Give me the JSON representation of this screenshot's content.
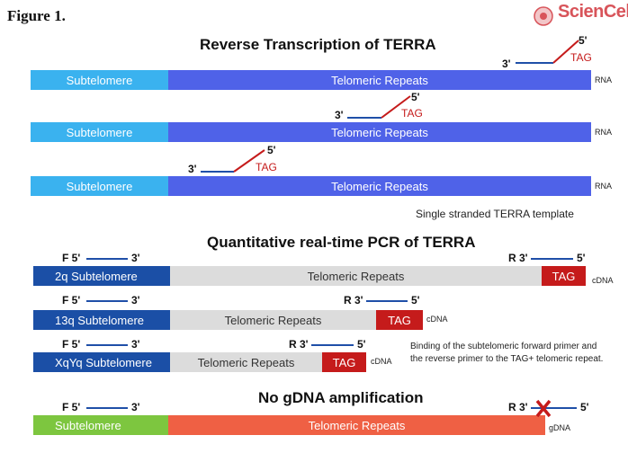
{
  "figure_label": "Figure 1.",
  "logo": {
    "text": "ScienCell"
  },
  "section1": {
    "title": "Reverse Transcription of TERRA",
    "rows": [
      {
        "subtelomere": "Subtelomere",
        "telomeric": "Telomeric Repeats",
        "end_label": "RNA",
        "primer3": "3'",
        "primer5": "5'",
        "tag": "TAG"
      },
      {
        "subtelomere": "Subtelomere",
        "telomeric": "Telomeric Repeats",
        "end_label": "RNA",
        "primer3": "3'",
        "primer5": "5'",
        "tag": "TAG"
      },
      {
        "subtelomere": "Subtelomere",
        "telomeric": "Telomeric Repeats",
        "end_label": "RNA",
        "primer3": "3'",
        "primer5": "5'",
        "tag": "TAG"
      }
    ],
    "note": "Single stranded TERRA template"
  },
  "section2": {
    "title": "Quantitative real-time PCR of TERRA",
    "rows": [
      {
        "subtelomere": "2q Subtelomere",
        "telomeric": "Telomeric Repeats",
        "tag": "TAG",
        "end_label": "cDNA",
        "f5": "F 5'",
        "f3": "3'",
        "r3": "R 3'",
        "r5": "5'"
      },
      {
        "subtelomere": "13q Subtelomere",
        "telomeric": "Telomeric Repeats",
        "tag": "TAG",
        "end_label": "cDNA",
        "f5": "F 5'",
        "f3": "3'",
        "r3": "R 3'",
        "r5": "5'"
      },
      {
        "subtelomere": "XqYq Subtelomere",
        "telomeric": "Telomeric Repeats",
        "tag": "TAG",
        "end_label": "cDNA",
        "f5": "F 5'",
        "f3": "3'",
        "r3": "R 3'",
        "r5": "5'"
      }
    ],
    "note_line1": "Binding of the subtelomeric forward primer and",
    "note_line2": "the reverse primer to the TAG+ telomeric repeat."
  },
  "section3": {
    "title": "No gDNA amplification",
    "subtelomere": "Subtelomere",
    "telomeric": "Telomeric Repeats",
    "end_label": "gDNA",
    "f5": "F 5'",
    "f3": "3'",
    "r3": "R 3'",
    "r5": "5'",
    "blocked_mark": "X"
  },
  "colors": {
    "primer_blue": "#1f4fa8",
    "tag_red": "#c51b1b",
    "subtelomere_light": "#3ab2ef",
    "telomeric_blue": "#4f62e8",
    "subtelomere_dark": "#1b4fa6",
    "telomeric_grey": "#dcdcdc",
    "subtelomere_green": "#7dc63f",
    "telomeric_orange": "#ef6044"
  }
}
